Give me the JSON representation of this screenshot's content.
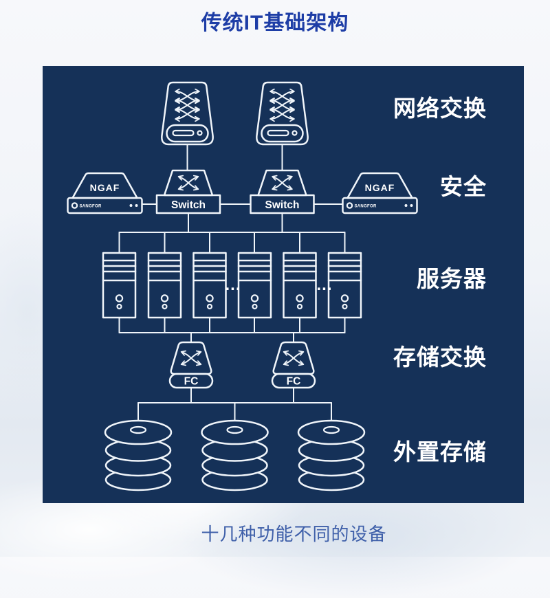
{
  "page": {
    "title": "传统IT基础架构",
    "caption": "十几种功能不同的设备"
  },
  "row_labels": {
    "network_switch": "网络交换",
    "security": "安全",
    "servers": "服务器",
    "storage_switch": "存储交换",
    "external_storage": "外置存储"
  },
  "devices": {
    "core_router_count": 2,
    "switch_label": "Switch",
    "switch_count": 2,
    "ngaf_label": "NGAF",
    "ngaf_brand": "SANGFOR",
    "ngaf_count": 2,
    "server_count": 6,
    "server_ellipsis": "...",
    "fc_label": "FC",
    "fc_switch_count": 2,
    "disk_stack_count": 3
  },
  "colors": {
    "panel_bg": "#153158",
    "diagram_line": "#f0f5fa",
    "title_text": "#1d3da6",
    "caption_text": "#3e5fa9",
    "label_text": "#ffffff"
  }
}
